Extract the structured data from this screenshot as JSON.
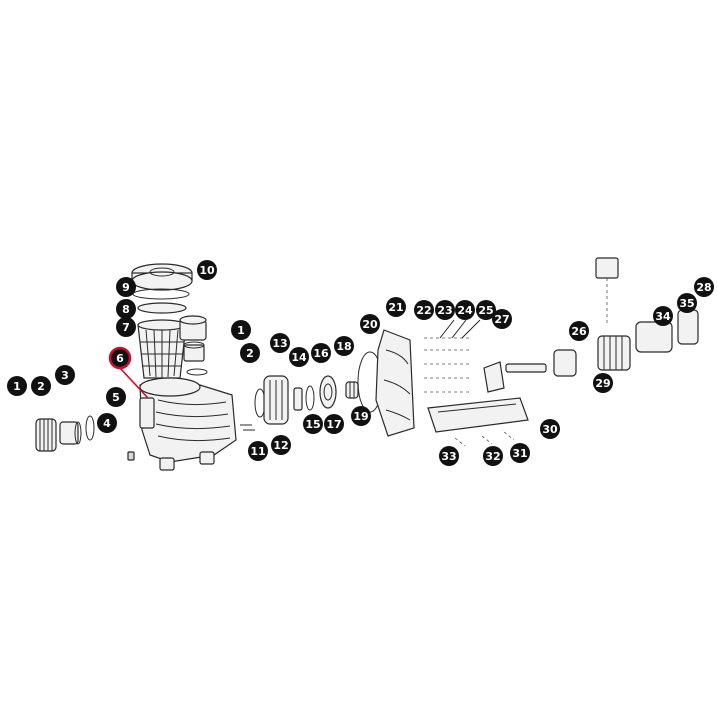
{
  "callouts": [
    {
      "label": "1",
      "highlight": false
    },
    {
      "label": "2",
      "highlight": false
    },
    {
      "label": "3",
      "highlight": false
    },
    {
      "label": "4",
      "highlight": false
    },
    {
      "label": "5",
      "highlight": false
    },
    {
      "label": "6",
      "highlight": true
    },
    {
      "label": "7",
      "highlight": false
    },
    {
      "label": "8",
      "highlight": false
    },
    {
      "label": "9",
      "highlight": false
    },
    {
      "label": "10",
      "highlight": false
    },
    {
      "label": "1",
      "highlight": false
    },
    {
      "label": "2",
      "highlight": false
    },
    {
      "label": "13",
      "highlight": false
    },
    {
      "label": "14",
      "highlight": false
    },
    {
      "label": "16",
      "highlight": false
    },
    {
      "label": "18",
      "highlight": false
    },
    {
      "label": "20",
      "highlight": false
    },
    {
      "label": "21",
      "highlight": false
    },
    {
      "label": "11",
      "highlight": false
    },
    {
      "label": "12",
      "highlight": false
    },
    {
      "label": "15",
      "highlight": false
    },
    {
      "label": "17",
      "highlight": false
    },
    {
      "label": "19",
      "highlight": false
    },
    {
      "label": "22",
      "highlight": false
    },
    {
      "label": "23",
      "highlight": false
    },
    {
      "label": "24",
      "highlight": false
    },
    {
      "label": "25",
      "highlight": false
    },
    {
      "label": "27",
      "highlight": false
    },
    {
      "label": "26",
      "highlight": false
    },
    {
      "label": "34",
      "highlight": false
    },
    {
      "label": "35",
      "highlight": false
    },
    {
      "label": "28",
      "highlight": false
    },
    {
      "label": "29",
      "highlight": false
    },
    {
      "label": "30",
      "highlight": false
    },
    {
      "label": "33",
      "highlight": false
    },
    {
      "label": "32",
      "highlight": false
    },
    {
      "label": "31",
      "highlight": false
    }
  ],
  "colors": {
    "callout_fill": "#111111",
    "callout_text": "#ffffff",
    "highlight_ring": "#c8102e",
    "line_art": "#2a2a2a"
  }
}
